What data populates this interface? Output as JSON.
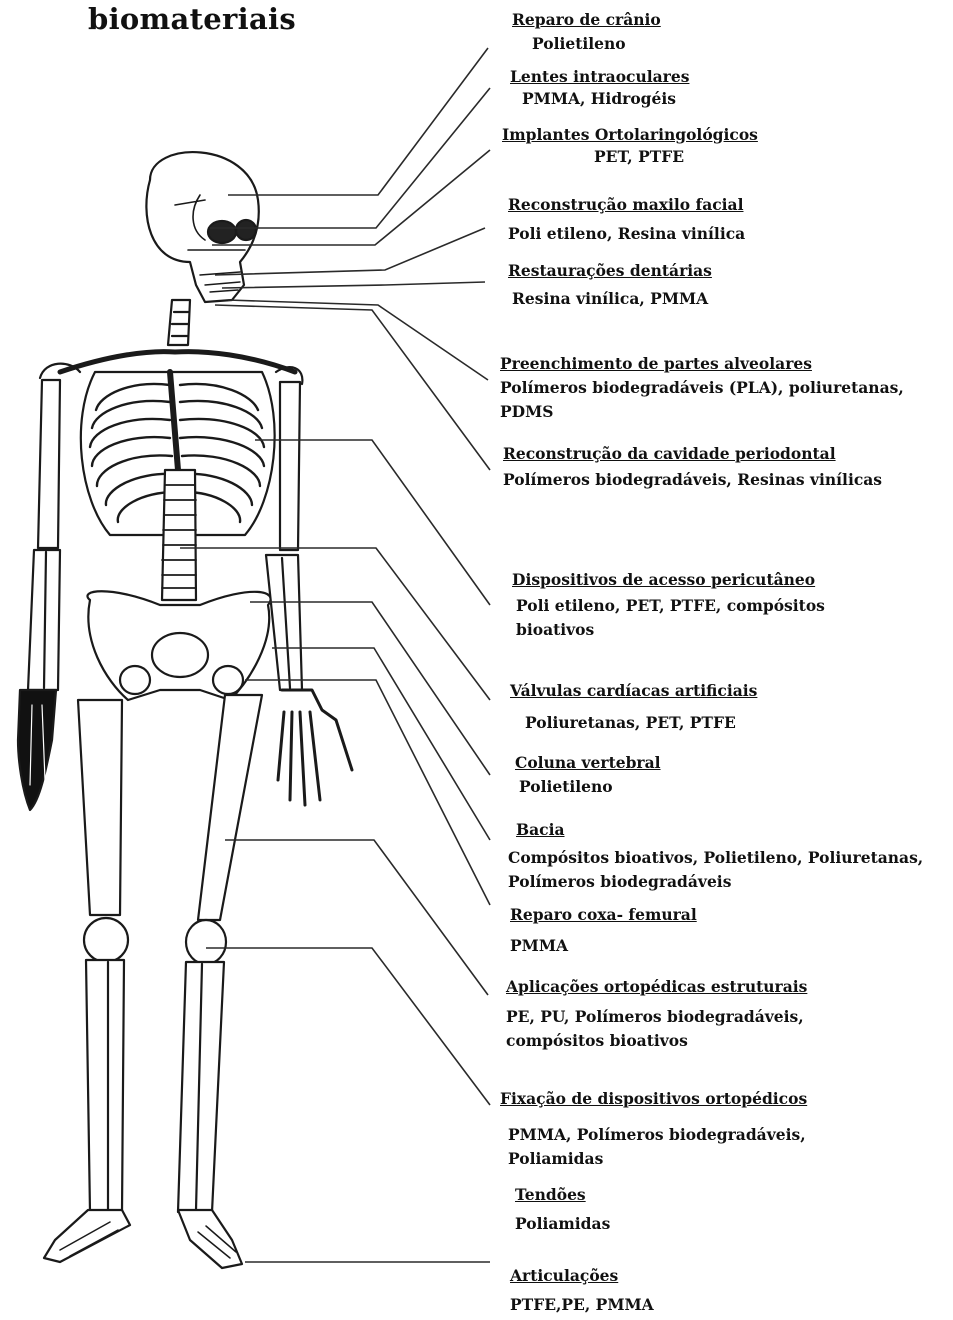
{
  "title": "biomateriais",
  "labels": [
    {
      "heading": "Reparo de crânio",
      "materials": "Polietileno"
    },
    {
      "heading": "Lentes intraoculares",
      "materials": "PMMA, Hidrogéis"
    },
    {
      "heading": "Implantes Ortolaringológicos",
      "materials": "PET, PTFE"
    },
    {
      "heading": "Reconstrução maxilo facial",
      "materials": "Poli etileno, Resina vinílica"
    },
    {
      "heading": "Restaurações dentárias",
      "materials": "Resina vinílica, PMMA"
    },
    {
      "heading": "Preenchimento de partes alveolares",
      "materials": "Polímeros biodegradáveis (PLA), poliuretanas, PDMS"
    },
    {
      "heading": "Reconstrução da cavidade periodontal",
      "materials": "Polímeros biodegradáveis, Resinas vinílicas"
    },
    {
      "heading": "Dispositivos de acesso pericutâneo",
      "materials": "Poli etileno, PET, PTFE, compósitos bioativos"
    },
    {
      "heading": "Válvulas cardíacas artificiais",
      "materials": "Poliuretanas, PET, PTFE"
    },
    {
      "heading": "Coluna vertebral",
      "materials": "Polietileno"
    },
    {
      "heading": "Bacia",
      "materials": "Compósitos bioativos, Polietileno, Poliuretanas, Polímeros biodegradáveis"
    },
    {
      "heading": "Reparo coxa- femural",
      "materials": "PMMA"
    },
    {
      "heading": "Aplicações ortopédicas estruturais",
      "materials": "PE, PU, Polímeros biodegradáveis, compósitos bioativos"
    },
    {
      "heading": "Fixação de dispositivos ortopédicos",
      "materials": "PMMA, Polímeros biodegradáveis, Poliamidas"
    },
    {
      "heading": "Tendões",
      "materials": "Poliamidas"
    },
    {
      "heading": "Articulações",
      "materials": "PTFE,PE, PMMA"
    }
  ]
}
